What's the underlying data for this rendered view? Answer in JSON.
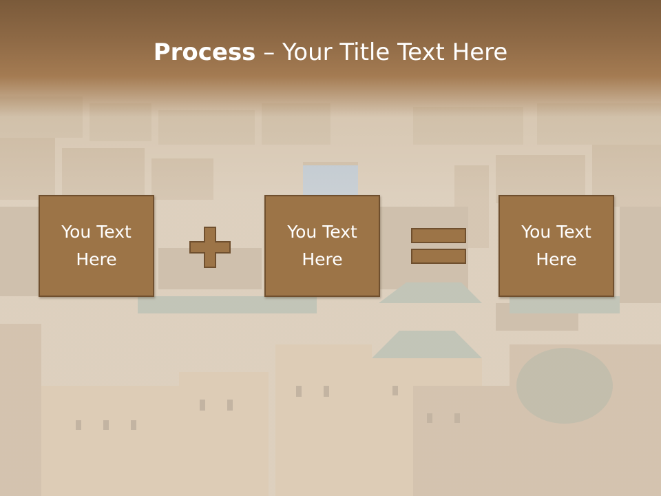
{
  "title": {
    "bold": "Process",
    "rest": " – Your Title Text Here"
  },
  "boxes": [
    {
      "text": "You Text\nHere"
    },
    {
      "text": "You Text\nHere"
    },
    {
      "text": "You Text\nHere"
    }
  ],
  "colors": {
    "box_fill": "#9c7447",
    "box_border": "#6f4f2e",
    "header": "#8f6a46"
  },
  "operators": [
    "plus-icon",
    "equals-icon"
  ]
}
